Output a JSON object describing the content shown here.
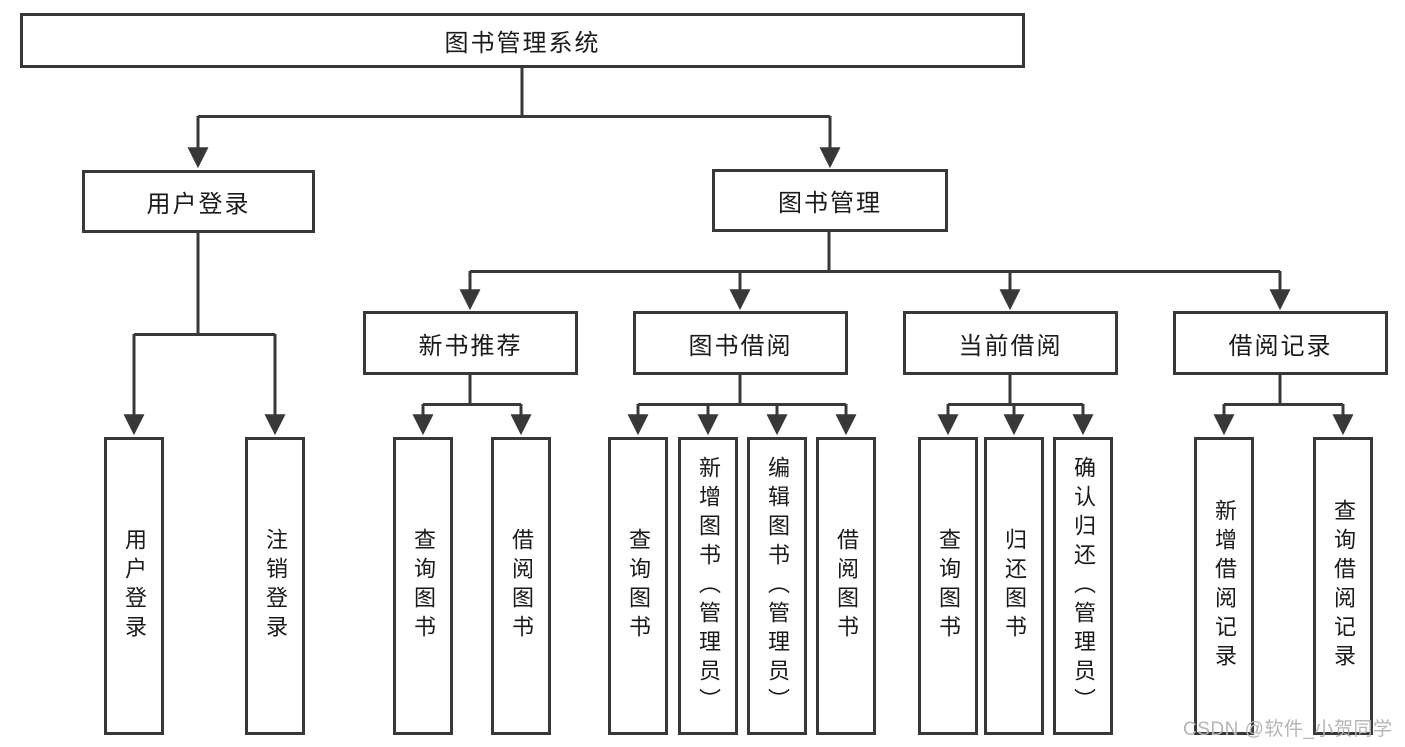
{
  "diagram": {
    "title": "图书管理系统",
    "branches": [
      {
        "label": "用户登录",
        "children": [
          {
            "label": "用户登录"
          },
          {
            "label": "注销登录"
          }
        ]
      },
      {
        "label": "图书管理",
        "children": [
          {
            "label": "新书推荐",
            "children": [
              {
                "label": "查询图书"
              },
              {
                "label": "借阅图书"
              }
            ]
          },
          {
            "label": "图书借阅",
            "children": [
              {
                "label": "查询图书"
              },
              {
                "label": "新增图书（管理员）"
              },
              {
                "label": "编辑图书（管理员）"
              },
              {
                "label": "借阅图书"
              }
            ]
          },
          {
            "label": "当前借阅",
            "children": [
              {
                "label": "查询图书"
              },
              {
                "label": "归还图书"
              },
              {
                "label": "确认归还（管理员）"
              }
            ]
          },
          {
            "label": "借阅记录",
            "children": [
              {
                "label": "新增借阅记录"
              },
              {
                "label": "查询借阅记录"
              }
            ]
          }
        ]
      }
    ]
  },
  "watermark": "CSDN @软件_小贺同学",
  "colors": {
    "line": "#383838",
    "box_border": "#383838",
    "box_fill": "#ffffff",
    "text": "#1a1a1a",
    "watermark": "#b5b5b5",
    "background": "#ffffff"
  }
}
